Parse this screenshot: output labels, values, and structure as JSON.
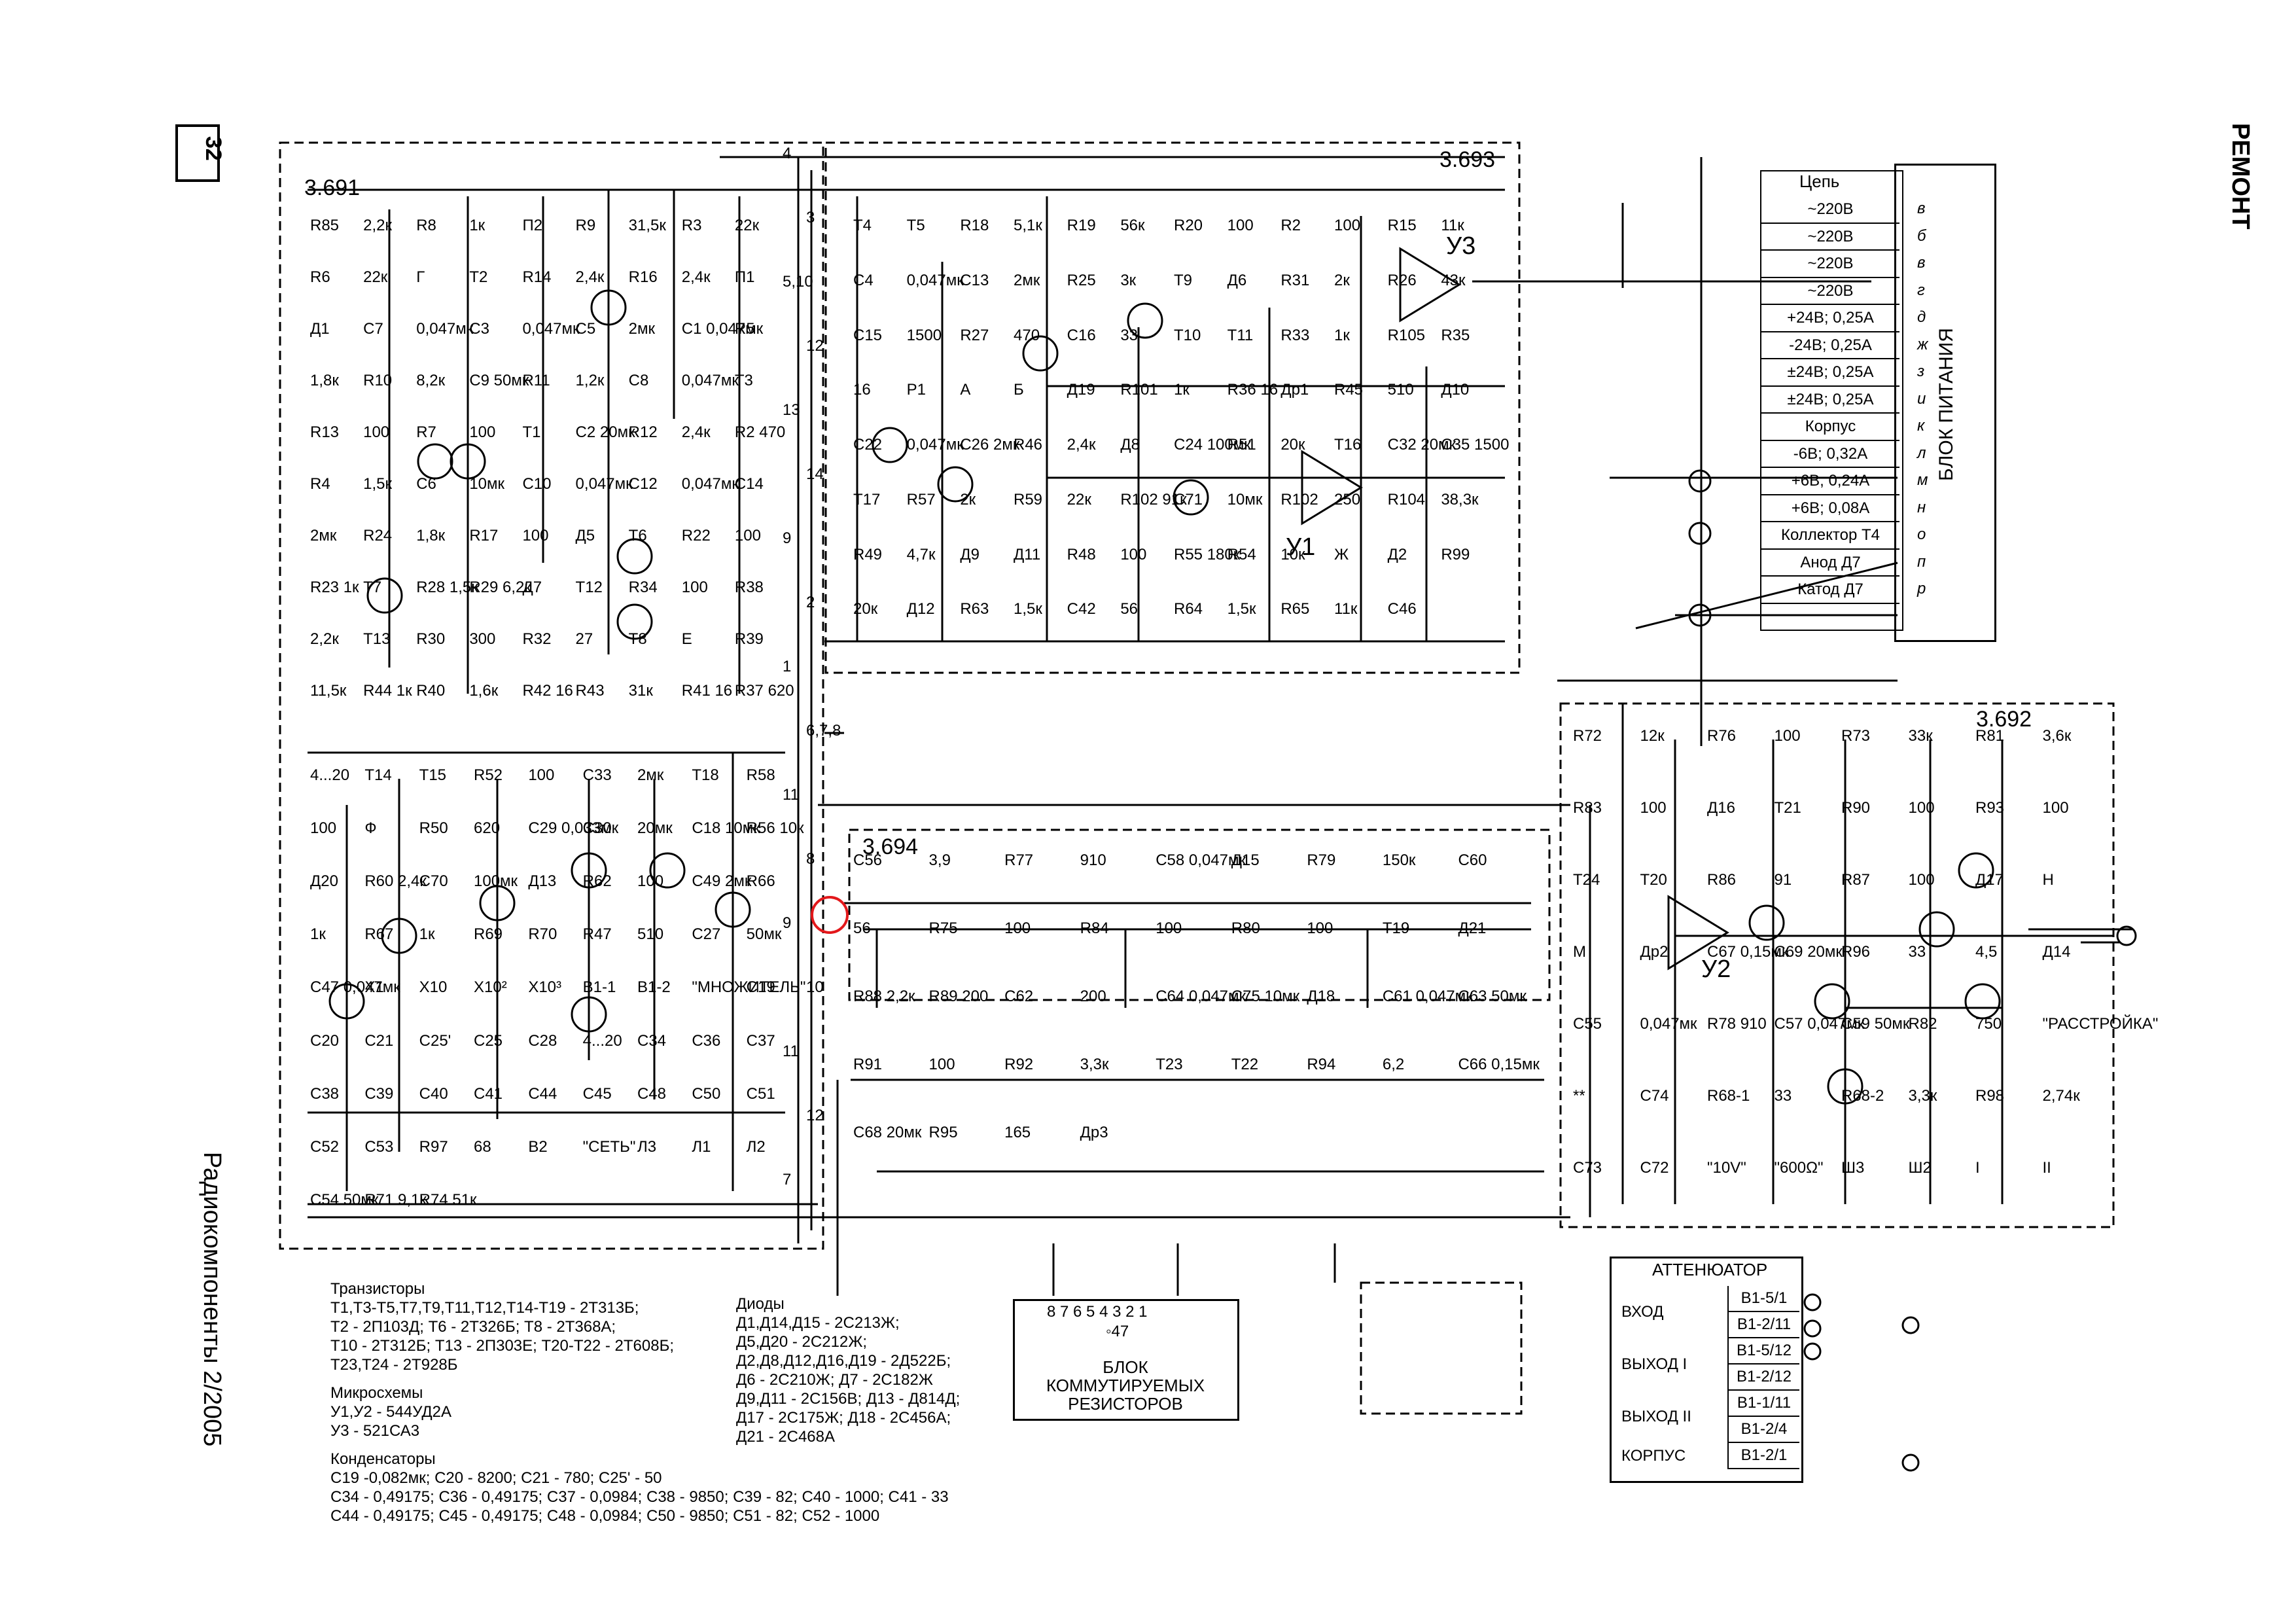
{
  "page": {
    "number": "32",
    "magazine": "Радиокомпоненты 2/2005",
    "section": "РЕМОНТ"
  },
  "blocks": [
    "3.691",
    "3.693",
    "3.694",
    "3.692"
  ],
  "ic_labels": [
    "У3",
    "У1",
    "У2"
  ],
  "components": [
    "R85",
    "2,2к",
    "R8",
    "1к",
    "П2",
    "R9",
    "31,5к",
    "R3",
    "22к",
    "R6",
    "22к",
    "Г",
    "Т2",
    "R14",
    "2,4к",
    "R16",
    "2,4к",
    "П1",
    "Д1",
    "C7",
    "0,047мк",
    "C3",
    "0,047мк",
    "C5",
    "2мк",
    "C1 0,047мк",
    "R5",
    "1,8к",
    "R10",
    "8,2к",
    "C9 50мк",
    "R11",
    "1,2к",
    "C8",
    "0,047мк",
    "Т3",
    "R13",
    "100",
    "R7",
    "100",
    "Т1",
    "C2 20мк",
    "R12",
    "2,4к",
    "R2 470",
    "R4",
    "1,5к",
    "C6",
    "10мк",
    "C10",
    "0,047мк",
    "C12",
    "0,047мк",
    "C14",
    "2мк",
    "R24",
    "1,8к",
    "R17",
    "100",
    "Д5",
    "Т6",
    "R22",
    "100",
    "R23 1к",
    "Т7",
    "R28 1,5к",
    "R29 6,2к",
    "Д7",
    "Т12",
    "R34",
    "100",
    "R38",
    "2,2к",
    "Т13",
    "R30",
    "300",
    "R32",
    "27",
    "Т8",
    "Е",
    "R39",
    "11,5к",
    "R44 1к",
    "R40",
    "1,6к",
    "R42 16",
    "R43",
    "31к",
    "R41 16",
    "R37 620",
    "Т4",
    "Т5",
    "R18",
    "5,1к",
    "R19",
    "56к",
    "R20",
    "100",
    "R2",
    "100",
    "R15",
    "11к",
    "C4",
    "0,047мк",
    "C13",
    "2мк",
    "R25",
    "3к",
    "Т9",
    "Д6",
    "R31",
    "2к",
    "R26",
    "43к",
    "C15",
    "1500",
    "R27",
    "470",
    "C16",
    "33",
    "Т10",
    "Т11",
    "R33",
    "1к",
    "R105",
    "R35",
    "16",
    "P1",
    "А",
    "Б",
    "Д19",
    "R101",
    "1к",
    "R36 16",
    "Др1",
    "R45",
    "510",
    "Д10",
    "C22",
    "0,047мк",
    "C26 2мк",
    "R46",
    "2,4к",
    "Д8",
    "C24 100мк",
    "R51",
    "20к",
    "Т16",
    "C32 20мк",
    "C35 1500",
    "Т17",
    "R57",
    "2к",
    "R59",
    "22к",
    "R102 91к",
    "C71",
    "10мк",
    "R102",
    "250",
    "R104",
    "38,3к",
    "R49",
    "4,7к",
    "Д9",
    "Д11",
    "R48",
    "100",
    "R55 180к",
    "R54",
    "10к",
    "Ж",
    "Д2",
    "R99",
    "20к",
    "Д12",
    "R63",
    "1,5к",
    "C42",
    "56",
    "R64",
    "1,5к",
    "R65",
    "11к",
    "C46",
    "4...20",
    "Т14",
    "Т15",
    "R52",
    "100",
    "C33",
    "2мк",
    "Т18",
    "R58",
    "100",
    "Ф",
    "R50",
    "620",
    "C29 0,033мк",
    "C30",
    "20мк",
    "C18 10мк",
    "R56 10к",
    "Д20",
    "R60 2,4к",
    "C70",
    "100мк",
    "Д13",
    "R62",
    "100",
    "C49 2мк",
    "R66",
    "1к",
    "R67",
    "1к",
    "R69",
    "R70",
    "R47",
    "510",
    "C27",
    "50мк",
    "C47 0,047мк",
    "X1",
    "X10",
    "X10²",
    "X10³",
    "В1-1",
    "В1-2",
    "\"МНОЖИТЕЛЬ\"",
    "C19",
    "C20",
    "C21",
    "C25'",
    "C25",
    "C28",
    "4...20",
    "C34",
    "C36",
    "C37",
    "C38",
    "C39",
    "C40",
    "C41",
    "C44",
    "C45",
    "C48",
    "C50",
    "C51",
    "C52",
    "C53",
    "R97",
    "68",
    "В2",
    "\"СЕТЬ\"",
    "Л3",
    "Л1",
    "Л2",
    "C54 50мк",
    "R71 9,1к",
    "R74 51к",
    "C56",
    "3,9",
    "R77",
    "910",
    "C58 0,047мк",
    "Д15",
    "R79",
    "150к",
    "C60",
    "56",
    "R75",
    "100",
    "R84",
    "100",
    "R80",
    "100",
    "Т19",
    "Д21",
    "R88 2,2к",
    "R89 200",
    "C62",
    "200",
    "C64 0,047мк",
    "C75 10мк",
    "Д18",
    "C61 0,047мк",
    "C63 50мк",
    "R91",
    "100",
    "R92",
    "3,3к",
    "Т23",
    "Т22",
    "R94",
    "6,2",
    "C66 0,15мк",
    "C68 20мк",
    "R95",
    "165",
    "Др3",
    "R72",
    "12к",
    "R76",
    "100",
    "R73",
    "33к",
    "R81",
    "3,6к",
    "R83",
    "100",
    "Д16",
    "Т21",
    "R90",
    "100",
    "R93",
    "100",
    "Т24",
    "Т20",
    "R86",
    "91",
    "R87",
    "100",
    "Д17",
    "Н",
    "М",
    "Др2",
    "C67 0,15мк",
    "C69 20мк",
    "R96",
    "33",
    "4,5",
    "Д14",
    "C55",
    "0,047мк",
    "R78 910",
    "C57 0,047мк",
    "C59 50мк",
    "R82",
    "750",
    "\"РАССТРОЙКА\"",
    "**",
    "C74",
    "R68-1",
    "33",
    "R68-2",
    "3,3к",
    "R98",
    "2,74к",
    "C73",
    "C72",
    "\"10V\"",
    "\"600Ω\"",
    "Ш3",
    "Ш2",
    "I",
    "II"
  ],
  "power_table": {
    "title": "БЛОК ПИТАНИЯ",
    "header": "Цепь",
    "rows": [
      {
        "name": "~220В",
        "pin": "в"
      },
      {
        "name": "~220В",
        "pin": "б"
      },
      {
        "name": "~220В",
        "pin": "в"
      },
      {
        "name": "~220В",
        "pin": "г"
      },
      {
        "name": "+24В; 0,25А",
        "pin": "д"
      },
      {
        "name": "-24В; 0,25А",
        "pin": "ж"
      },
      {
        "name": "±24В; 0,25А",
        "pin": "з"
      },
      {
        "name": "±24В; 0,25А",
        "pin": "и"
      },
      {
        "name": "Корпус",
        "pin": "к"
      },
      {
        "name": "-6В; 0,32А",
        "pin": "л"
      },
      {
        "name": "+6В; 0,24А",
        "pin": "м"
      },
      {
        "name": "+6В; 0,08А",
        "pin": "н"
      },
      {
        "name": "Коллектор Т4",
        "pin": "о"
      },
      {
        "name": "Анод Д7",
        "pin": "п"
      },
      {
        "name": "Катод Д7",
        "pin": "р"
      }
    ]
  },
  "attenuator": {
    "title": "АТТЕНЮАТОР",
    "rows": [
      {
        "group": "ВХОД",
        "pins": [
          "В1-5/1",
          "В1-2/11"
        ]
      },
      {
        "group": "ВЫХОД I",
        "pins": [
          "В1-5/12",
          "В1-2/12"
        ]
      },
      {
        "group": "ВЫХОД II",
        "pins": [
          "В1-1/11",
          "В1-2/4"
        ]
      },
      {
        "group": "КОРПУС",
        "pins": [
          "В1-2/1"
        ]
      }
    ]
  },
  "resistor_block": {
    "title": "БЛОК КОММУТИРУЕМЫХ РЕЗИСТОРОВ",
    "pins": "8 7 6 5 4 3 2 1",
    "pin47": "◦47"
  },
  "legend": {
    "transistors_title": "Транзисторы",
    "transistors": [
      "Т1,Т3-Т5,Т7,Т9,Т11,Т12,Т14-Т19  - 2Т313Б;",
      "Т2  - 2П103Д;  Т6 - 2Т326Б; Т8 - 2Т368А;",
      "Т10 - 2Т312Б; Т13 - 2П303Е; Т20-Т22 - 2Т608Б;",
      "Т23,Т24 - 2Т928Б"
    ],
    "ic_title": "Микросхемы",
    "ics": [
      "У1,У2 - 544УД2А",
      "У3 - 521СА3"
    ],
    "caps_title": "Конденсаторы",
    "caps": [
      "С19 -0,082мк;  С20 - 8200; С21 - 780; С25' - 50",
      "С34 - 0,49175; С36 - 0,49175; С37 - 0,0984; С38 - 9850; С39 - 82; С40 - 1000; С41 - 33",
      "С44 - 0,49175; С45 - 0,49175; С48 - 0,0984; С50 - 9850; С51 - 82; С52 - 1000"
    ],
    "diodes_title": "Диоды",
    "diodes": [
      "Д1,Д14,Д15 - 2С213Ж;",
      "Д5,Д20 - 2С212Ж;",
      "Д2,Д8,Д12,Д16,Д19 - 2Д522Б;",
      "Д6 - 2С210Ж; Д7 - 2С182Ж",
      "Д9,Д11 - 2С156В; Д13 - Д814Д;",
      "Д17 - 2С175Ж; Д18 - 2С456А;",
      "Д21 - 2С468А"
    ]
  },
  "wire_numbers": [
    "4",
    "3",
    "5,10",
    "12",
    "13",
    "14",
    "9",
    "2",
    "1",
    "6,7,8",
    "11",
    "8",
    "9",
    "10",
    "11",
    "12",
    "7"
  ],
  "colors": {
    "ink": "#000000",
    "paper": "#ffffff",
    "marker": "#e3181b"
  }
}
